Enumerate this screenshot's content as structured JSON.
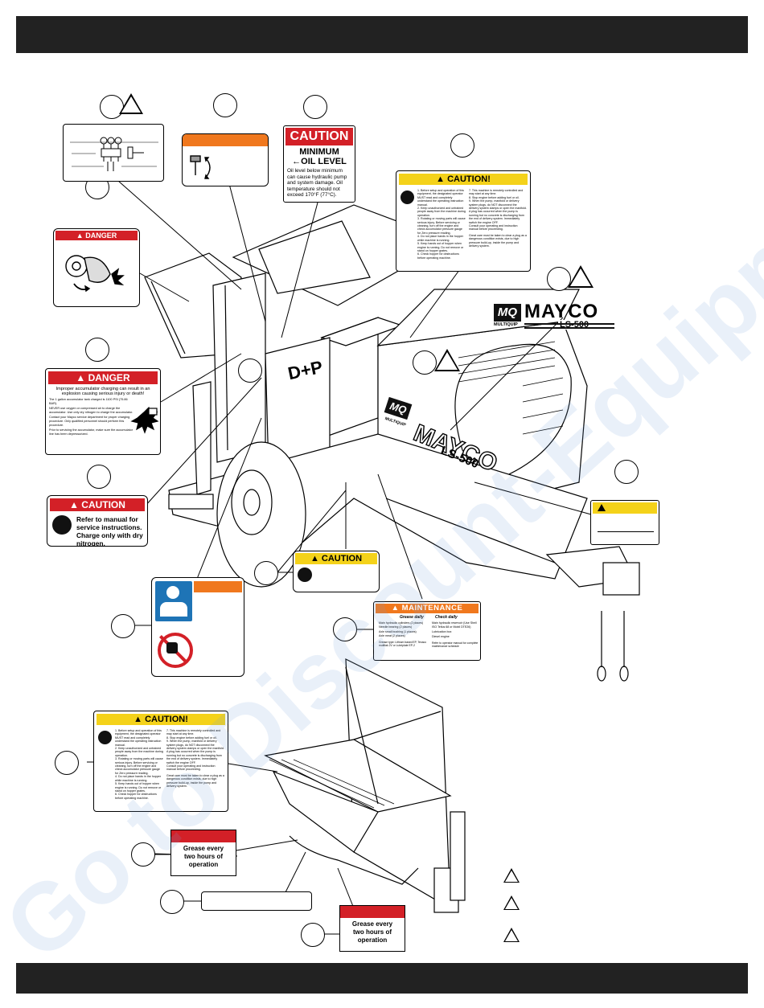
{
  "caution_oil": {
    "header": "CAUTION",
    "line1": "MINIMUM",
    "line2": "←OIL LEVEL",
    "body": "Oil level below minimum can cause hydraulic pump and system damage. Oil temperature should not exceed 170°F (77°C)."
  },
  "danger_small": {
    "header": "▲ DANGER"
  },
  "danger_accumulator": {
    "header": "▲ DANGER",
    "lead": "Improper accumulator charging can result in an explosion causing serious injury or death!",
    "p1": "The 1 gallon accumulator tank charged is 1100 PSI (75.86 BAR).",
    "p2": "NEVER use oxygen or compressed air to charge the accumulator. Use only dry nitrogen to charge the accumulator.",
    "p3": "Contact your Mayco service department for proper charging procedure. Only qualified personnel should perform this procedure.",
    "p4": "Prior to servicing the accumulator, make sure the accumulator line has been depressurized."
  },
  "caution_nitrogen": {
    "header": "▲ CAUTION",
    "body": "Refer to manual for service instructions. Charge only with dry nitrogen."
  },
  "caution_small": {
    "header": "▲ CAUTION"
  },
  "caution_main": {
    "header": "▲ CAUTION!",
    "col1": [
      "1. Before setup and operation of this equipment, the designated operator MUST read and completely understand the operating instruction manual.",
      "2. Keep unauthorized and untrained people away from the machine during operation.",
      "3. Rotating or moving parts will cause serious injury. Before servicing or cleaning, turn off the engine and check accumulator pressure gauge for Zero pressure reading.",
      "4. Do not place hands in the hopper while machine is running.",
      "5. Keep hands out of hopper when engine is running. Do not remove or stand on hopper grates.",
      "6. Check hopper for obstructions before operating machine."
    ],
    "col2": [
      "7. This machine is remotely controlled and may start at any time.",
      "8. Stop engine before adding fuel or oil.",
      "9. When the pump, manifold or delivery system plugs, do NOT disconnect the delivery system clamps or open the manifold. A plug has occurred when the pump is running but no concrete is discharging from the end of delivery system. Immediately switch the engine OFF.",
      "Consult your operating and instruction manual before proceeding.",
      "Great care must be taken to clear a plug as a dangerous condition exists, due to high pressure build-up, inside the pump and delivery system."
    ]
  },
  "maintenance": {
    "header": "▲ MAINTENANCE",
    "grease_daily": "Grease daily",
    "check_daily": "Check daily",
    "grease_items": [
      "Main hydraulic cylinders (2 places)",
      "Needle bearing (2 places)",
      "Axle small bushing (1 places)",
      "Axle meat (2 places)"
    ],
    "check_items": [
      "Main hydraulic reservoir (Use Shell ISO Tellus 68 or Mobil DTE26)",
      "Lubrication box",
      "Diesel engine"
    ],
    "grease_type": "Grease type: Lithium based EP, Texaco multifak 2V or Lubriplate EP-2",
    "refer": "Refer to operator manual for complete maintenance schedule"
  },
  "mayco_logo": {
    "mq": "MQ",
    "brand": "MAYCO",
    "sub": "MULTIQUIP",
    "model": "LS-500"
  },
  "machine_lettering": {
    "dp": "D+P",
    "brand": "MAYCO",
    "model": "LS-500",
    "mq": "MQ",
    "multiquip": "MULTIQUIP"
  },
  "grease_label": {
    "text": "Grease every two hours of operation"
  },
  "watermark": "Go to Discount-Equipment.com to order your parts",
  "colors": {
    "danger_red": "#d32027",
    "caution_yellow": "#f4d21a",
    "warning_orange": "#f0781e",
    "band": "#222222"
  }
}
